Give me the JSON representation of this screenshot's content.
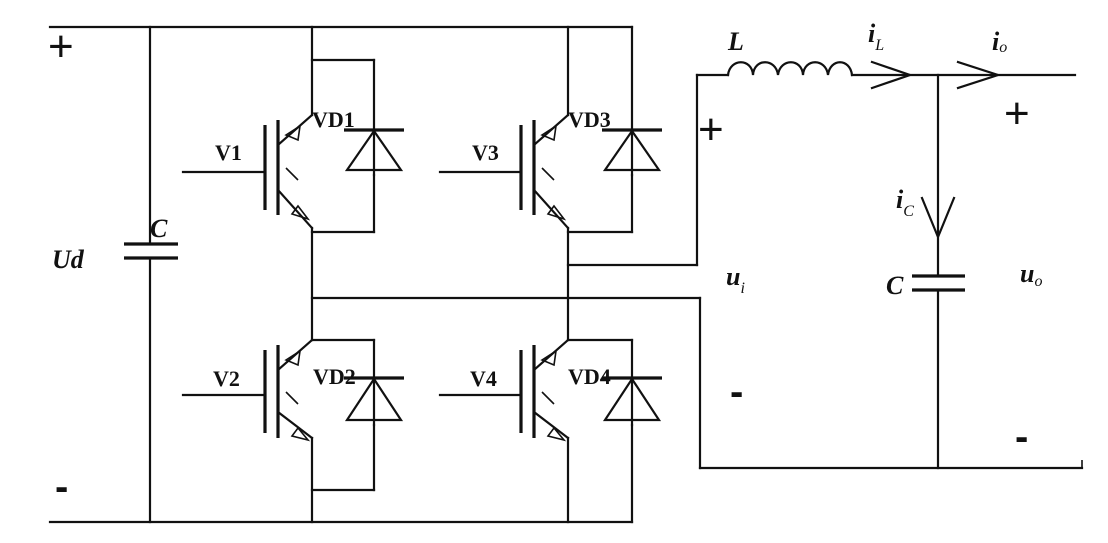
{
  "dc_source": {
    "plus": "+",
    "minus": "-",
    "voltage": "Ud",
    "capacitor": "C"
  },
  "switches": {
    "v1": "V1",
    "v2": "V2",
    "v3": "V3",
    "v4": "V4",
    "vd1": "VD1",
    "vd2": "VD2",
    "vd3": "VD3",
    "vd4": "VD4"
  },
  "filter": {
    "inductor": "L",
    "inductor_current": {
      "main": "i",
      "sub": "L"
    },
    "output_current": {
      "main": "i",
      "sub": "o"
    },
    "cap_current": {
      "main": "i",
      "sub": "C"
    },
    "capacitor": "C"
  },
  "inverter_output": {
    "plus": "+",
    "minus": "-",
    "voltage": {
      "main": "u",
      "sub": "i"
    }
  },
  "load_output": {
    "plus": "+",
    "minus": "-",
    "voltage": {
      "main": "u",
      "sub": "o"
    }
  }
}
